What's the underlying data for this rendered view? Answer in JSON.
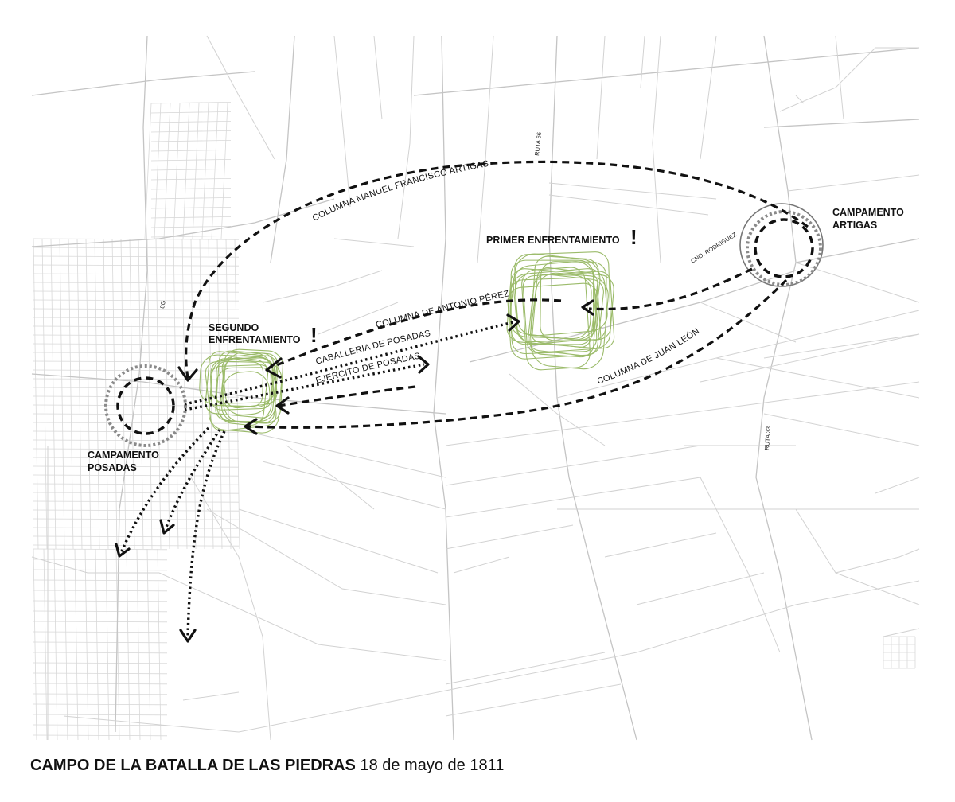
{
  "map": {
    "places": {
      "campamento_artigas": [
        "CAMPAMENTO",
        "ARTIGAS"
      ],
      "campamento_posadas": [
        "CAMPAMENTO",
        "POSADAS"
      ],
      "primer_enfrentamiento": "PRIMER ENFRENTAMIENTO",
      "segundo_enfrentamiento": [
        "SEGUNDO",
        "ENFRENTAMIENTO"
      ],
      "exclamation": "!"
    },
    "routes": {
      "columna_artigas": "COLUMNA MANUEL FRANCISCO ARTIGAS",
      "columna_perez": "COLUMNA DE ANTONIO PÉREZ",
      "caballeria": "CABALLERIA DE POSADAS",
      "ejercito": "EJERCITO DE POSADAS",
      "columna_leon": "COLUMNA DE JUAN LEÓN"
    },
    "roads": {
      "ruta_66": "RUTA 66",
      "ruta_33": "RUTA 33",
      "cno_rodriguez": "CNO. RODRIGUEZ",
      "small_label": "8G"
    },
    "colors": {
      "streets": "#d2d2d2",
      "battle_scribble": "#9bbb6a",
      "routes": "#111111",
      "camp_ring": "#8a8a8a"
    }
  },
  "caption": {
    "title": "CAMPO DE LA BATALLA DE LAS PIEDRAS",
    "date": "18 de mayo de 1811"
  }
}
